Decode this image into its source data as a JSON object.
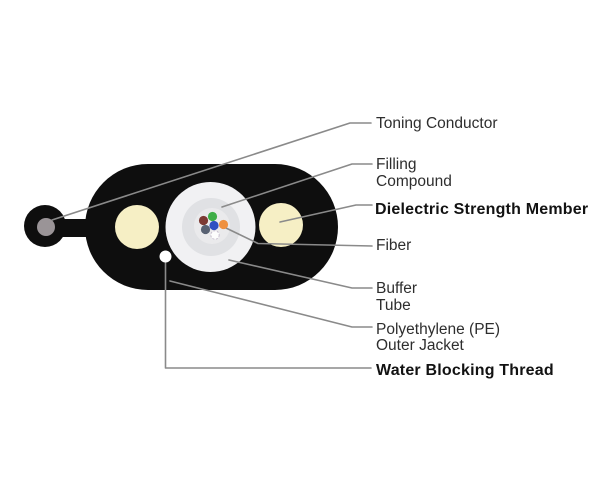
{
  "labels": {
    "toning_conductor": "Toning Conductor",
    "filling_compound_line1": "Filling",
    "filling_compound_line2": "Compound",
    "dielectric_strength_member": "Dielectric Strength Member",
    "fiber": "Fiber",
    "buffer_tube_line1": "Buffer",
    "buffer_tube_line2": "Tube",
    "pe_outer_jacket_line1": "Polyethylene (PE)",
    "pe_outer_jacket_line2": "Outer Jacket",
    "water_blocking_thread": "Water Blocking Thread"
  },
  "colors": {
    "background": "#ffffff",
    "jacket_black": "#0e0e0e",
    "strength_member_cream": "#f6efc5",
    "buffer_tube_outer": "#f1f1f3",
    "filling_compound_gray": "#e0e1e4",
    "fiber_area_light": "#eaeaec",
    "conductor_gray": "#9a9497",
    "conductor_gray_edge": "#716b6e",
    "water_thread_white": "#ffffff",
    "leader_line": "#8a8a8a"
  },
  "fibers": [
    {
      "name": "brown-fiber",
      "color": "#7c3a34",
      "edge": "#5d2a26"
    },
    {
      "name": "green-fiber",
      "color": "#3fae47",
      "edge": "#2e8a36"
    },
    {
      "name": "slate-fiber",
      "color": "#596273",
      "edge": "#454c5a"
    },
    {
      "name": "blue-fiber",
      "color": "#2e4fc2",
      "edge": "#1f3a9e"
    },
    {
      "name": "orange-fiber",
      "color": "#ef9140",
      "edge": "#d0742a"
    },
    {
      "name": "white-fiber",
      "color": "#fdfdfd",
      "edge": "#c9bfd0"
    }
  ]
}
